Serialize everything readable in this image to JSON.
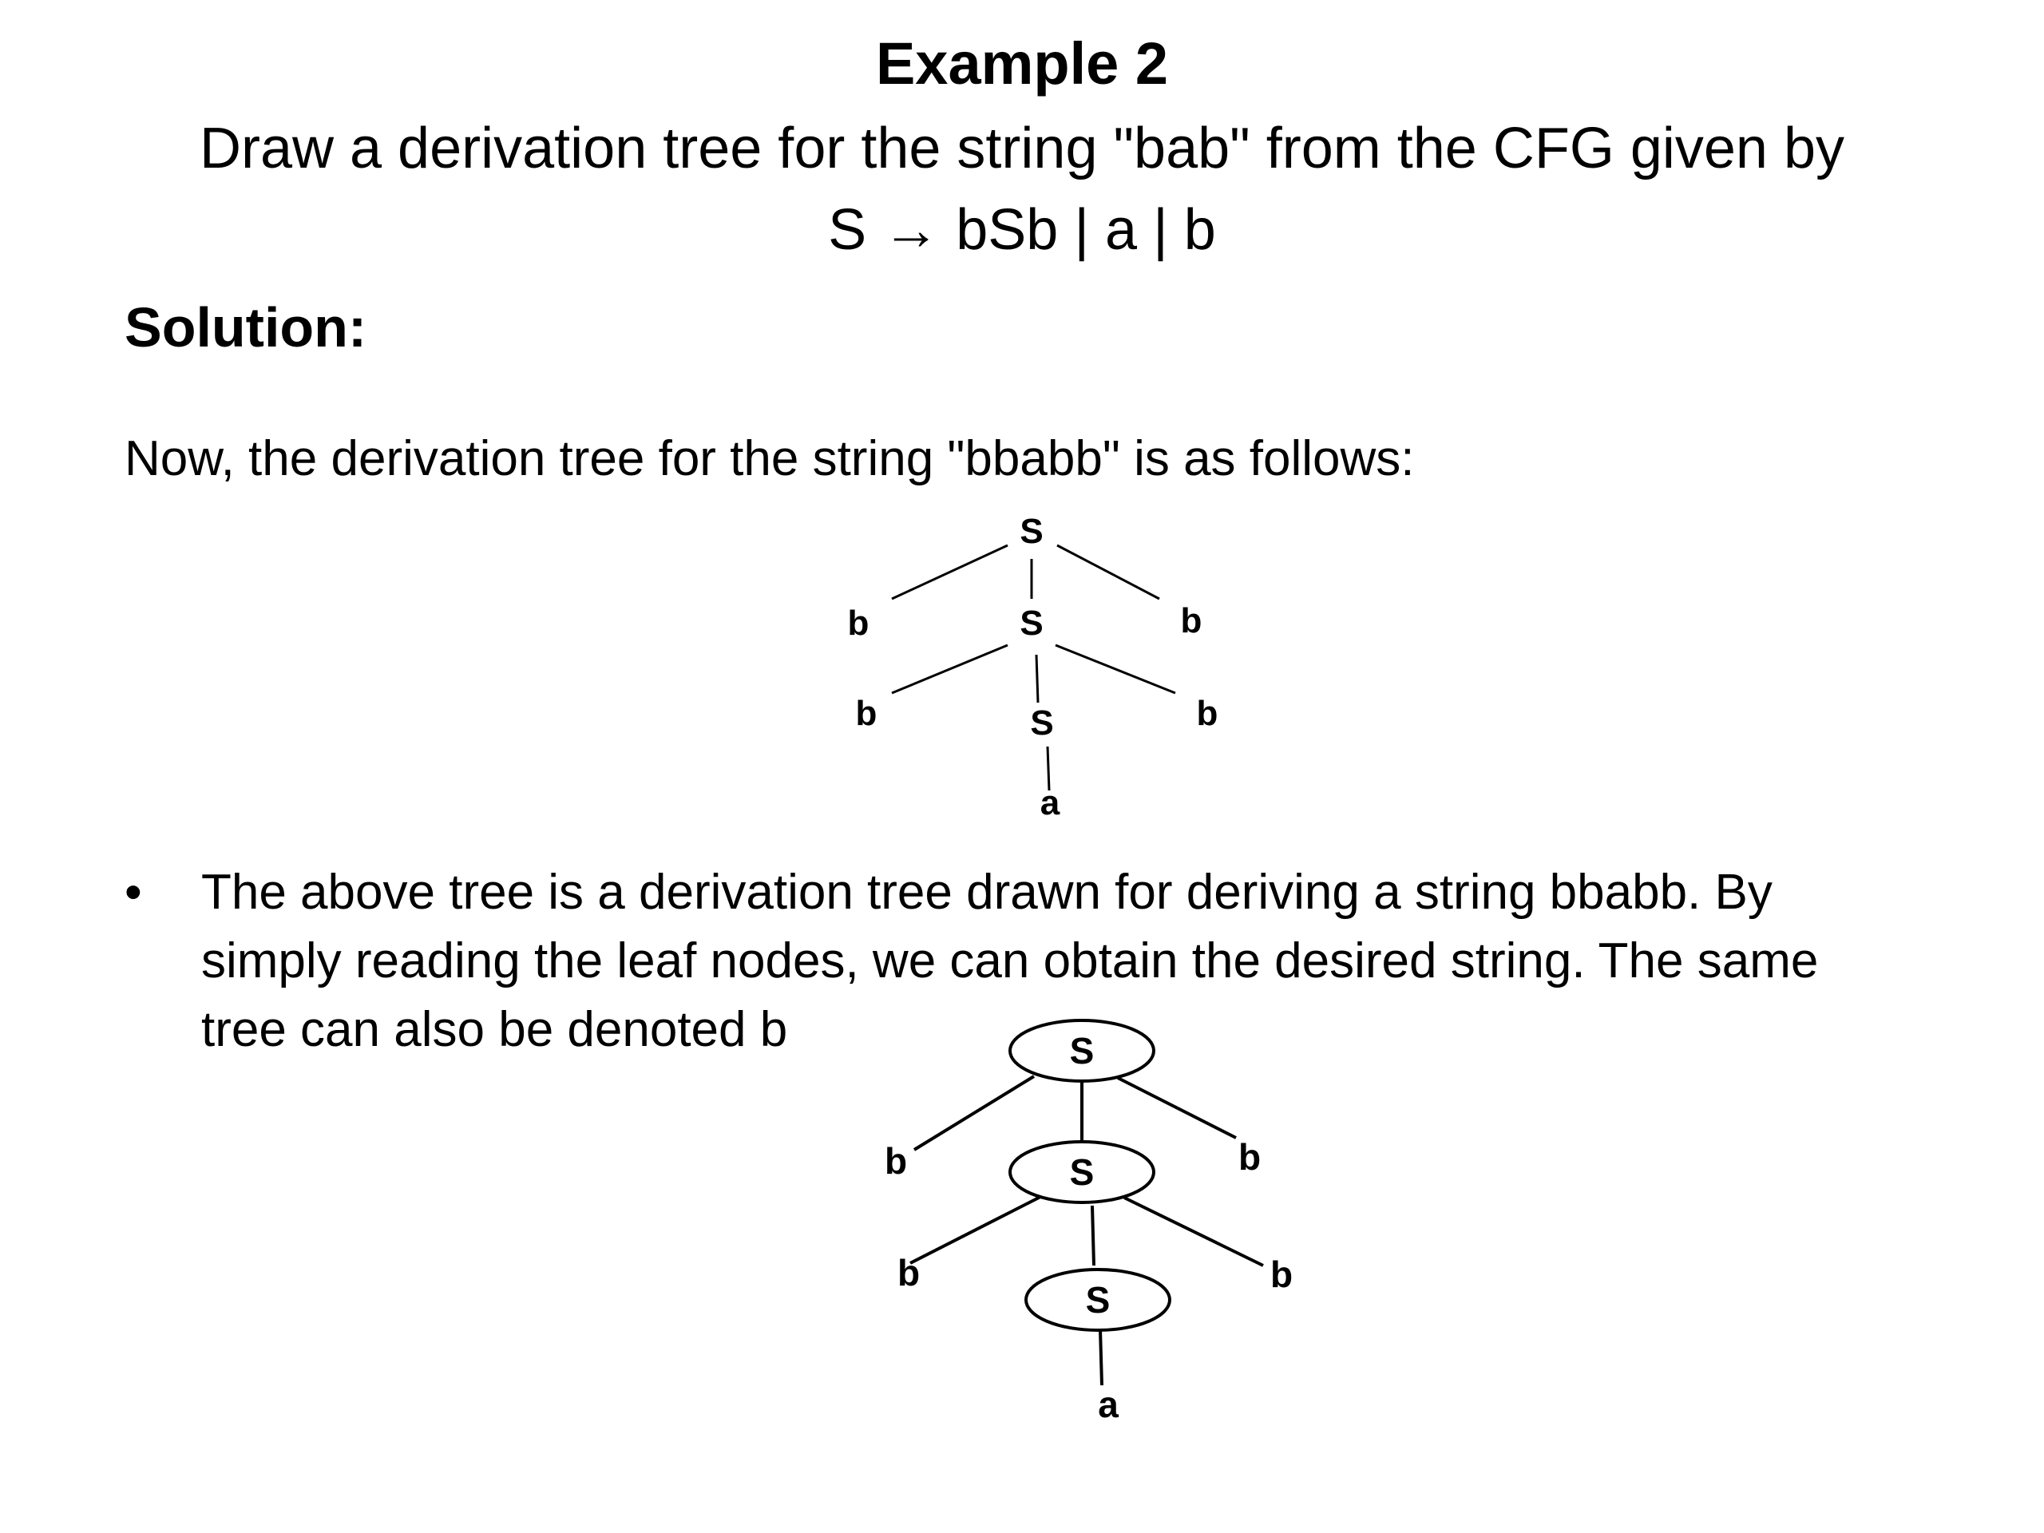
{
  "title": "Example 2",
  "problem": "Draw a derivation tree for the string \"bab\" from the CFG given by",
  "grammar": "S → bSb | a | b",
  "solution_heading": "Solution:",
  "intro": "Now, the derivation tree for the string \"bbabb\" is as follows:",
  "bullet": {
    "symbol": "•",
    "lines": [
      "The above tree is a derivation tree drawn for deriving a string bbabb. By",
      "simply reading the leaf nodes, we can obtain the desired string. The same",
      "tree can also be denoted b"
    ]
  },
  "tree_plain": {
    "nodes": [
      "S",
      "b",
      "S",
      "b",
      "b",
      "S",
      "b",
      "a"
    ]
  },
  "tree_circled": {
    "nodes": [
      "S",
      "b",
      "S",
      "b",
      "b",
      "S",
      "b",
      "a"
    ]
  }
}
